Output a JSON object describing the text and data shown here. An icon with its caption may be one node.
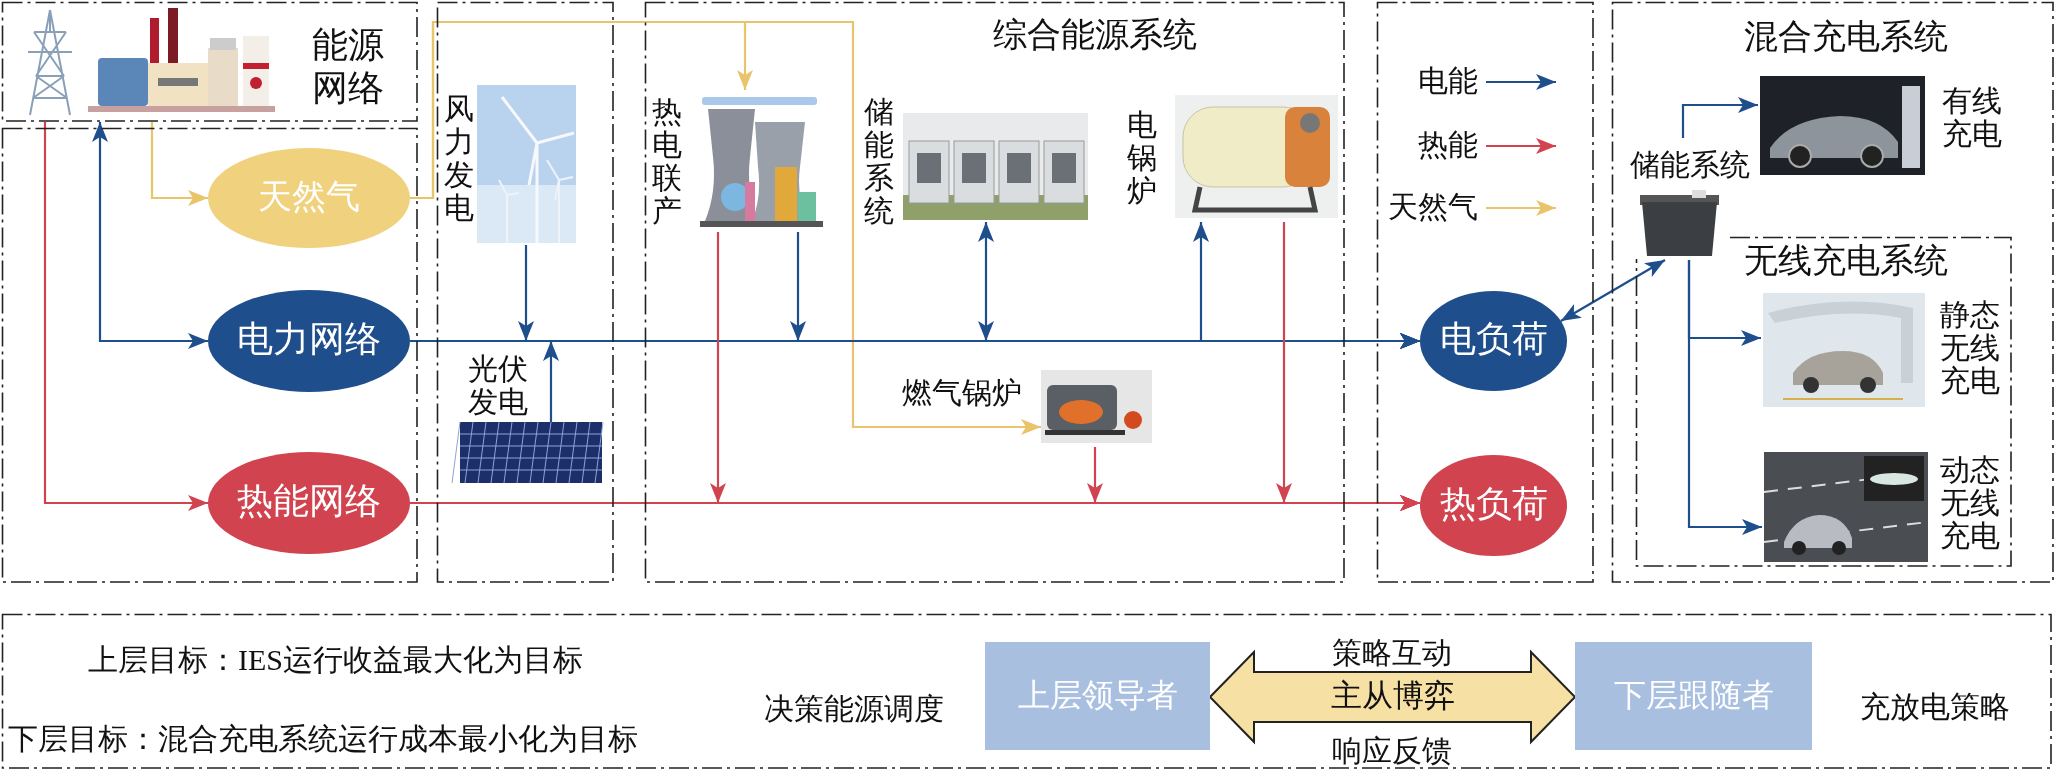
{
  "diagram": {
    "nodes": [
      {
        "text": [
          "能源网络"
        ]
      },
      {
        "text": [],
        "shape": "box"
      },
      {
        "text": [
          "天然气"
        ],
        "in": 1
      },
      {
        "text": [
          "电力网络"
        ],
        "in": 1
      },
      {
        "text": [
          "热能网络"
        ],
        "in": 1
      },
      {
        "text": [],
        "shape": "box"
      },
      {
        "text": [
          "风力发电"
        ],
        "in": 5
      },
      {
        "text": [
          "光伏发电"
        ],
        "in": 5
      },
      {
        "text": [
          "综合能源系统"
        ]
      },
      {
        "text": [
          "热电联产"
        ],
        "in": 8
      },
      {
        "text": [
          "储能系统"
        ],
        "in": 8
      },
      {
        "text": [
          "电锅炉"
        ],
        "in": 8
      },
      {
        "text": [
          "燃气锅炉"
        ],
        "in": 8
      },
      {
        "text": [],
        "shape": "box"
      },
      {
        "text": [
          "电负荷"
        ],
        "in": 13
      },
      {
        "text": [
          "热负荷"
        ],
        "in": 13
      },
      {
        "text": [
          "混合充电系统"
        ]
      },
      {
        "text": [
          "有线充电"
        ],
        "in": 16
      },
      {
        "text": [
          "储能系统"
        ],
        "in": 16
      },
      {
        "text": [
          "无线充电系统"
        ],
        "in": 16
      },
      {
        "text": [
          "静态无线充电"
        ],
        "in": 19
      },
      {
        "text": [
          "动态无线充电"
        ],
        "in": 19
      },
      {
        "text": [],
        "shape": "box"
      },
      {
        "text": [
          "上层领导者"
        ],
        "in": 22
      },
      {
        "text": [
          "下层跟随者"
        ],
        "in": 22
      }
    ],
    "edges": [
      {
        "from": 0,
        "to": 2,
        "arrow": "to",
        "color": "#e9c46a"
      },
      {
        "from": 0,
        "to": 3,
        "arrow": "both"
      },
      {
        "from": 0,
        "to": 4,
        "arrow": "to",
        "color": "#d0434f"
      },
      {
        "from": 2,
        "to": 9,
        "arrow": "to",
        "color": "#e9c46a"
      },
      {
        "from": 2,
        "to": 12,
        "arrow": "to",
        "color": "#e9c46a"
      },
      {
        "from": 3,
        "to": 14,
        "arrow": "to"
      },
      {
        "from": 6,
        "to": 14,
        "arrow": "to"
      },
      {
        "from": 7,
        "to": 14,
        "arrow": "to"
      },
      {
        "from": 9,
        "to": 14,
        "arrow": "to"
      },
      {
        "from": 10,
        "to": 14,
        "arrow": "both"
      },
      {
        "from": 3,
        "to": 11,
        "arrow": "to"
      },
      {
        "from": 4,
        "to": 15,
        "arrow": "to",
        "color": "#d0434f"
      },
      {
        "from": 9,
        "to": 15,
        "arrow": "to",
        "color": "#d0434f"
      },
      {
        "from": 12,
        "to": 15,
        "arrow": "to",
        "color": "#d0434f"
      },
      {
        "from": 11,
        "to": 15,
        "arrow": "to",
        "color": "#d0434f"
      },
      {
        "from": 14,
        "to": 18,
        "arrow": "both"
      },
      {
        "from": 18,
        "to": 17,
        "arrow": "to"
      },
      {
        "from": 18,
        "to": 20,
        "arrow": "to"
      },
      {
        "from": 18,
        "to": 21,
        "arrow": "to"
      },
      {
        "from": 23,
        "to": 24,
        "arrow": "both",
        "style": "thick",
        "label": "主从博弈"
      }
    ],
    "labels": [
      "上层目标：IES运行收益最大化为目标",
      "策略互动",
      "决策能源调度",
      "充放电策略",
      "下层目标：混合充电系统运行成本最小化为目标",
      "响应反馈"
    ],
    "legend": [
      {
        "text": "电能"
      },
      {
        "text": "热能"
      },
      {
        "text": "天然气"
      }
    ]
  }
}
